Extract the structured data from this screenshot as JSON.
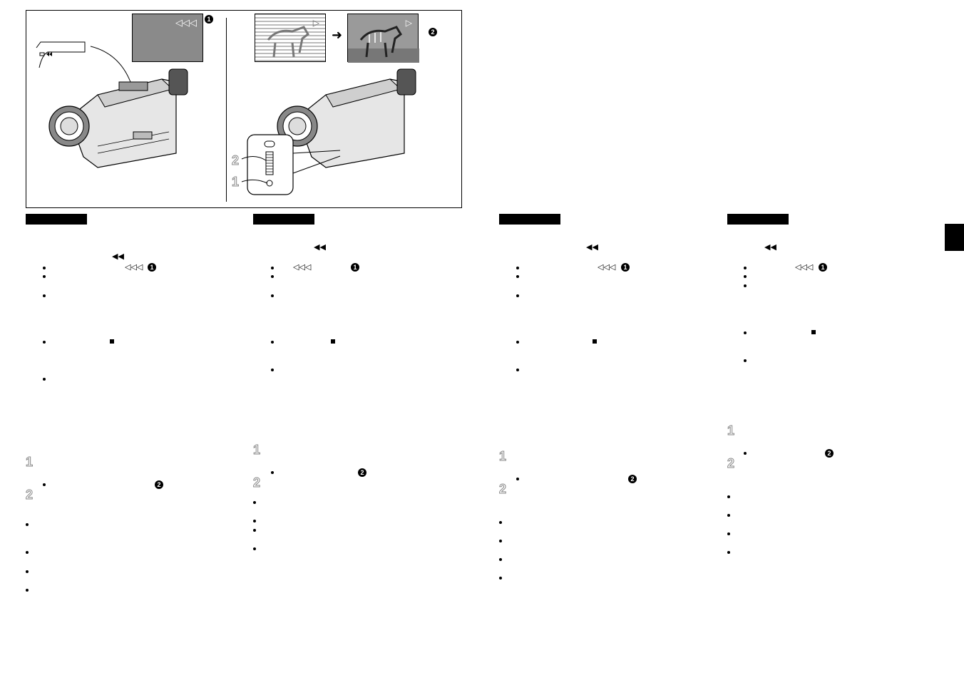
{
  "figure": {
    "callout_1": "1",
    "callout_2": "2",
    "step_1": "1",
    "step_2": "2",
    "rewind_osd": "◁◁◁",
    "play_osd": "▷",
    "arrow": "➜"
  },
  "columns": [
    {
      "rewind_symbol": "◀◀",
      "rewind_osd": "◁◁◁",
      "callout_1": "1",
      "stop_symbol": "■",
      "callout_2": "2",
      "step_1": "1",
      "step_2": "2"
    },
    {
      "rewind_symbol": "◀◀",
      "rewind_osd": "◁◁◁",
      "callout_1": "1",
      "stop_symbol": "■",
      "callout_2": "2",
      "step_1": "1",
      "step_2": "2"
    },
    {
      "rewind_symbol": "◀◀",
      "rewind_osd": "◁◁◁",
      "callout_1": "1",
      "stop_symbol": "■",
      "callout_2": "2",
      "step_1": "1",
      "step_2": "2"
    },
    {
      "rewind_symbol": "◀◀",
      "rewind_osd": "◁◁◁",
      "callout_1": "1",
      "stop_symbol": "■",
      "callout_2": "2",
      "step_1": "1",
      "step_2": "2"
    }
  ],
  "colors": {
    "accent": "#000000",
    "screen_gray": "#8a8a8a"
  }
}
